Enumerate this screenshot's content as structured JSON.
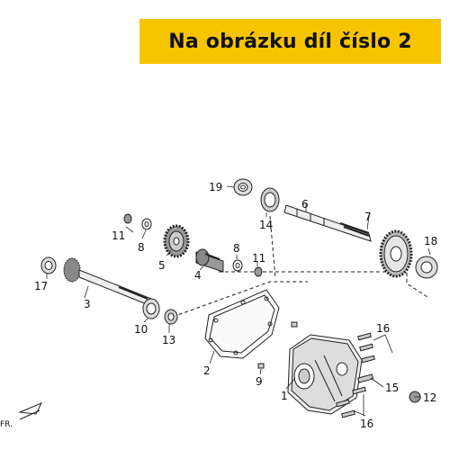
{
  "banner": {
    "text": "Na obrázku díl číslo 2",
    "color": "#f6c400"
  },
  "direction_label": "FR.",
  "parts": [
    {
      "id": "1",
      "name": "transmission-cover"
    },
    {
      "id": "2",
      "name": "gasket"
    },
    {
      "id": "3",
      "name": "shaft"
    },
    {
      "id": "4",
      "name": "shaft-gear"
    },
    {
      "id": "5",
      "name": "gear"
    },
    {
      "id": "6",
      "name": "shaft"
    },
    {
      "id": "7",
      "name": "gear"
    },
    {
      "id": "8",
      "name": "washer"
    },
    {
      "id": "9",
      "name": "dowel-pin"
    },
    {
      "id": "10",
      "name": "bearing"
    },
    {
      "id": "11",
      "name": "bushing"
    },
    {
      "id": "12",
      "name": "cap"
    },
    {
      "id": "13",
      "name": "seal"
    },
    {
      "id": "14",
      "name": "seal"
    },
    {
      "id": "15",
      "name": "bolt"
    },
    {
      "id": "16",
      "name": "bolt"
    },
    {
      "id": "17",
      "name": "bearing"
    },
    {
      "id": "18",
      "name": "bearing"
    },
    {
      "id": "19",
      "name": "bearing"
    }
  ]
}
